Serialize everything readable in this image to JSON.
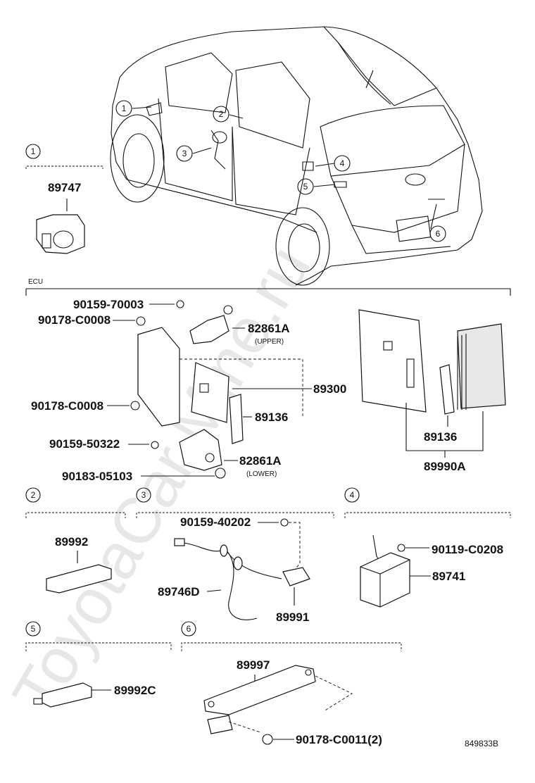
{
  "watermark": "ToyotaCar.Mine.ru",
  "ecu_section_label": "ECU",
  "drawing_number": "849833B",
  "callouts": [
    "1",
    "2",
    "3",
    "4",
    "5",
    "6"
  ],
  "sections": {
    "s1": {
      "num": "1",
      "parts": [
        "89747"
      ]
    },
    "ecu": {
      "parts": {
        "p1": "90159-70003",
        "p2": "90178-C0008",
        "p3": "82861A",
        "p3_note": "(UPPER)",
        "p4": "89300",
        "p5": "90178-C0008",
        "p6": "89136",
        "p7": "90159-50322",
        "p8": "82861A",
        "p8_note": "(LOWER)",
        "p9": "90183-05103",
        "p10": "89136",
        "p11": "89990A"
      }
    },
    "s2": {
      "num": "2",
      "parts": [
        "89992"
      ]
    },
    "s3": {
      "num": "3",
      "parts": [
        "90159-40202",
        "89746D",
        "89991"
      ]
    },
    "s4": {
      "num": "4",
      "parts": [
        "90119-C0208",
        "89741"
      ]
    },
    "s5": {
      "num": "5",
      "parts": [
        "89992C"
      ]
    },
    "s6": {
      "num": "6",
      "parts": [
        "89997",
        "90178-C0011(2)"
      ]
    }
  }
}
